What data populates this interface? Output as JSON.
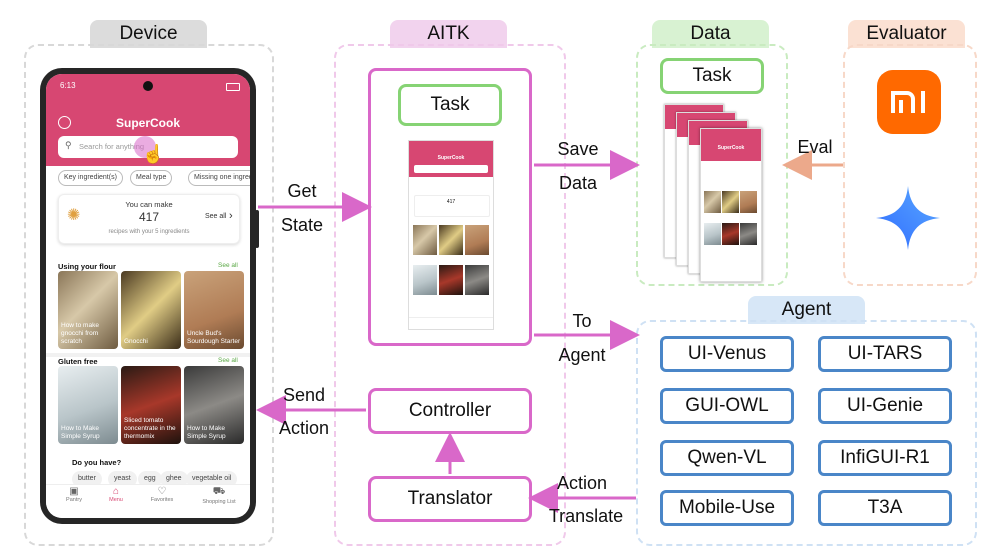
{
  "panels": {
    "device": "Device",
    "aitk": "AITK",
    "data": "Data",
    "evaluator": "Evaluator",
    "agent": "Agent"
  },
  "aitk": {
    "task": "Task",
    "controller": "Controller",
    "translator": "Translator"
  },
  "data_panel": {
    "task": "Task"
  },
  "arrows": {
    "get": "Get",
    "state": "State",
    "save": "Save",
    "data": "Data",
    "to": "To",
    "agent": "Agent",
    "send": "Send",
    "action": "Action",
    "action2": "Action",
    "translate": "Translate",
    "eval": "Eval"
  },
  "agents": [
    "UI-Venus",
    "UI-TARS",
    "GUI-OWL",
    "UI-Genie",
    "Qwen-VL",
    "InfiGUI-R1",
    "Mobile-Use",
    "T3A"
  ],
  "phone": {
    "time": "6:13",
    "app_title": "SuperCook",
    "search_placeholder": "Search for anything",
    "chips": [
      "Key ingredient(s)",
      "Meal type",
      "Missing one ingredient"
    ],
    "you_can_make": "You can make",
    "count": "417",
    "see_all": "See all",
    "recipes_note": "recipes with your 5 ingredients",
    "section1": "Using your flour",
    "section1_link": "See all",
    "section1_items": [
      "How to make gnocchi from scratch",
      "Gnocchi",
      "Uncle Bud's Sourdough Starter"
    ],
    "section2": "Gluten free",
    "section2_link": "See all",
    "section2_items": [
      "How to Make Simple Syrup",
      "Sliced tomato concentrate in the thermomix",
      "How to Make Simple Syrup"
    ],
    "do_you_have": "Do you have?",
    "have_chips": [
      "butter",
      "yeast",
      "egg",
      "ghee",
      "vegetable oil"
    ],
    "nav": [
      "Pantry",
      "Menu",
      "Favorites",
      "Shopping List"
    ]
  },
  "colors": {
    "pink_accent": "#d968c9",
    "green_accent": "#86d374",
    "blue_accent": "#4a86c8",
    "app_pink": "#d74772",
    "mi_orange": "#ff6900",
    "eval_arrow": "#eca98b"
  }
}
